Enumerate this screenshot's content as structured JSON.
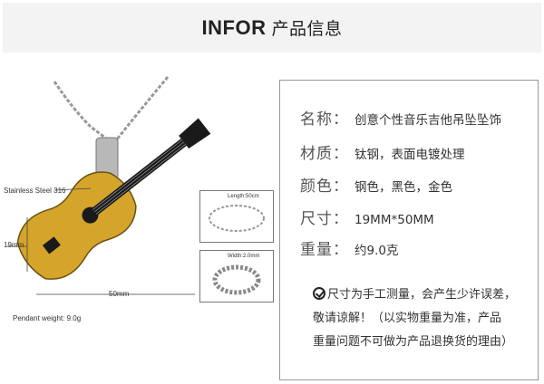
{
  "header": {
    "title_en": "INFOR",
    "title_cn": "产品信息"
  },
  "specs": [
    {
      "label": "名称：",
      "value": "创意个性音乐吉他吊坠坠饰"
    },
    {
      "label": "材质：",
      "value": "钛钢，表面电镀处理"
    },
    {
      "label": "颜色：",
      "value": "钢色，黑色，金色"
    },
    {
      "label": "尺寸：",
      "value": "19MM*50MM"
    },
    {
      "label": "重量：",
      "value": "约9.0克"
    }
  ],
  "note": {
    "line1": "尺寸为手工测量，会产生少许误差，",
    "line2": "敬请谅解！（以实物重量为准，产品",
    "line3": "重量问题不可做为产品退换货的理由）"
  },
  "diagram": {
    "material_label": "Stainless Steel 316",
    "height_label": "19mm",
    "width_label": "50mm",
    "weight_label": "Pendant weight: 9.0g",
    "chain_length_label": "Length:50cm",
    "chain_width_label": "Width:2.0mm"
  },
  "colors": {
    "gold": "#d4a52a",
    "steel": "#c8c8c8",
    "black": "#1a1a1a",
    "header_bg": "#f3f3f3"
  }
}
